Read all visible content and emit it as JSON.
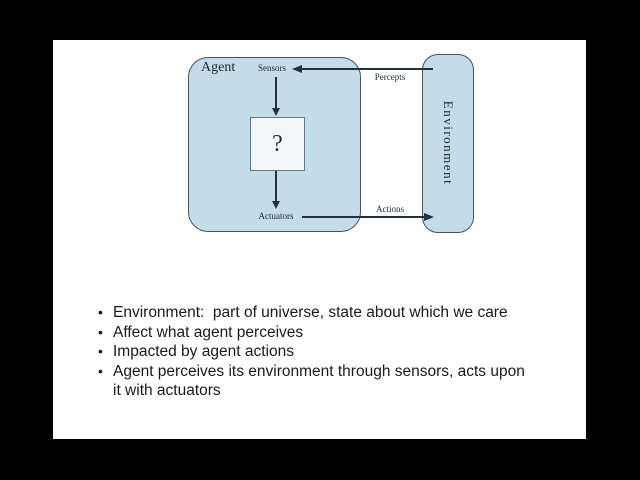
{
  "canvas": {
    "letterbox": "#000000",
    "slide_bg": "#ffffff",
    "text": "#1a1a1a"
  },
  "slide": {
    "bullets": [
      "Environment:  part of universe, state about which we care",
      "Affect what agent perceives",
      "Impacted by agent actions",
      "Agent perceives its environment through sensors, acts upon it with actuators"
    ]
  },
  "diagram": {
    "agent_label": "Agent",
    "environment_label": "Environment",
    "sensors_label": "Sensors",
    "actuators_label": "Actuators",
    "question_mark": "?",
    "percepts_label": "Percepts",
    "actions_label": "Actions",
    "colors": {
      "box_fill": "#c4dbe9",
      "box_border": "#46535c",
      "inner_box_fill": "#f3f7fa",
      "inner_box_border": "#6b7780",
      "arrow": "#22313c",
      "label": "#1e2b33"
    }
  }
}
